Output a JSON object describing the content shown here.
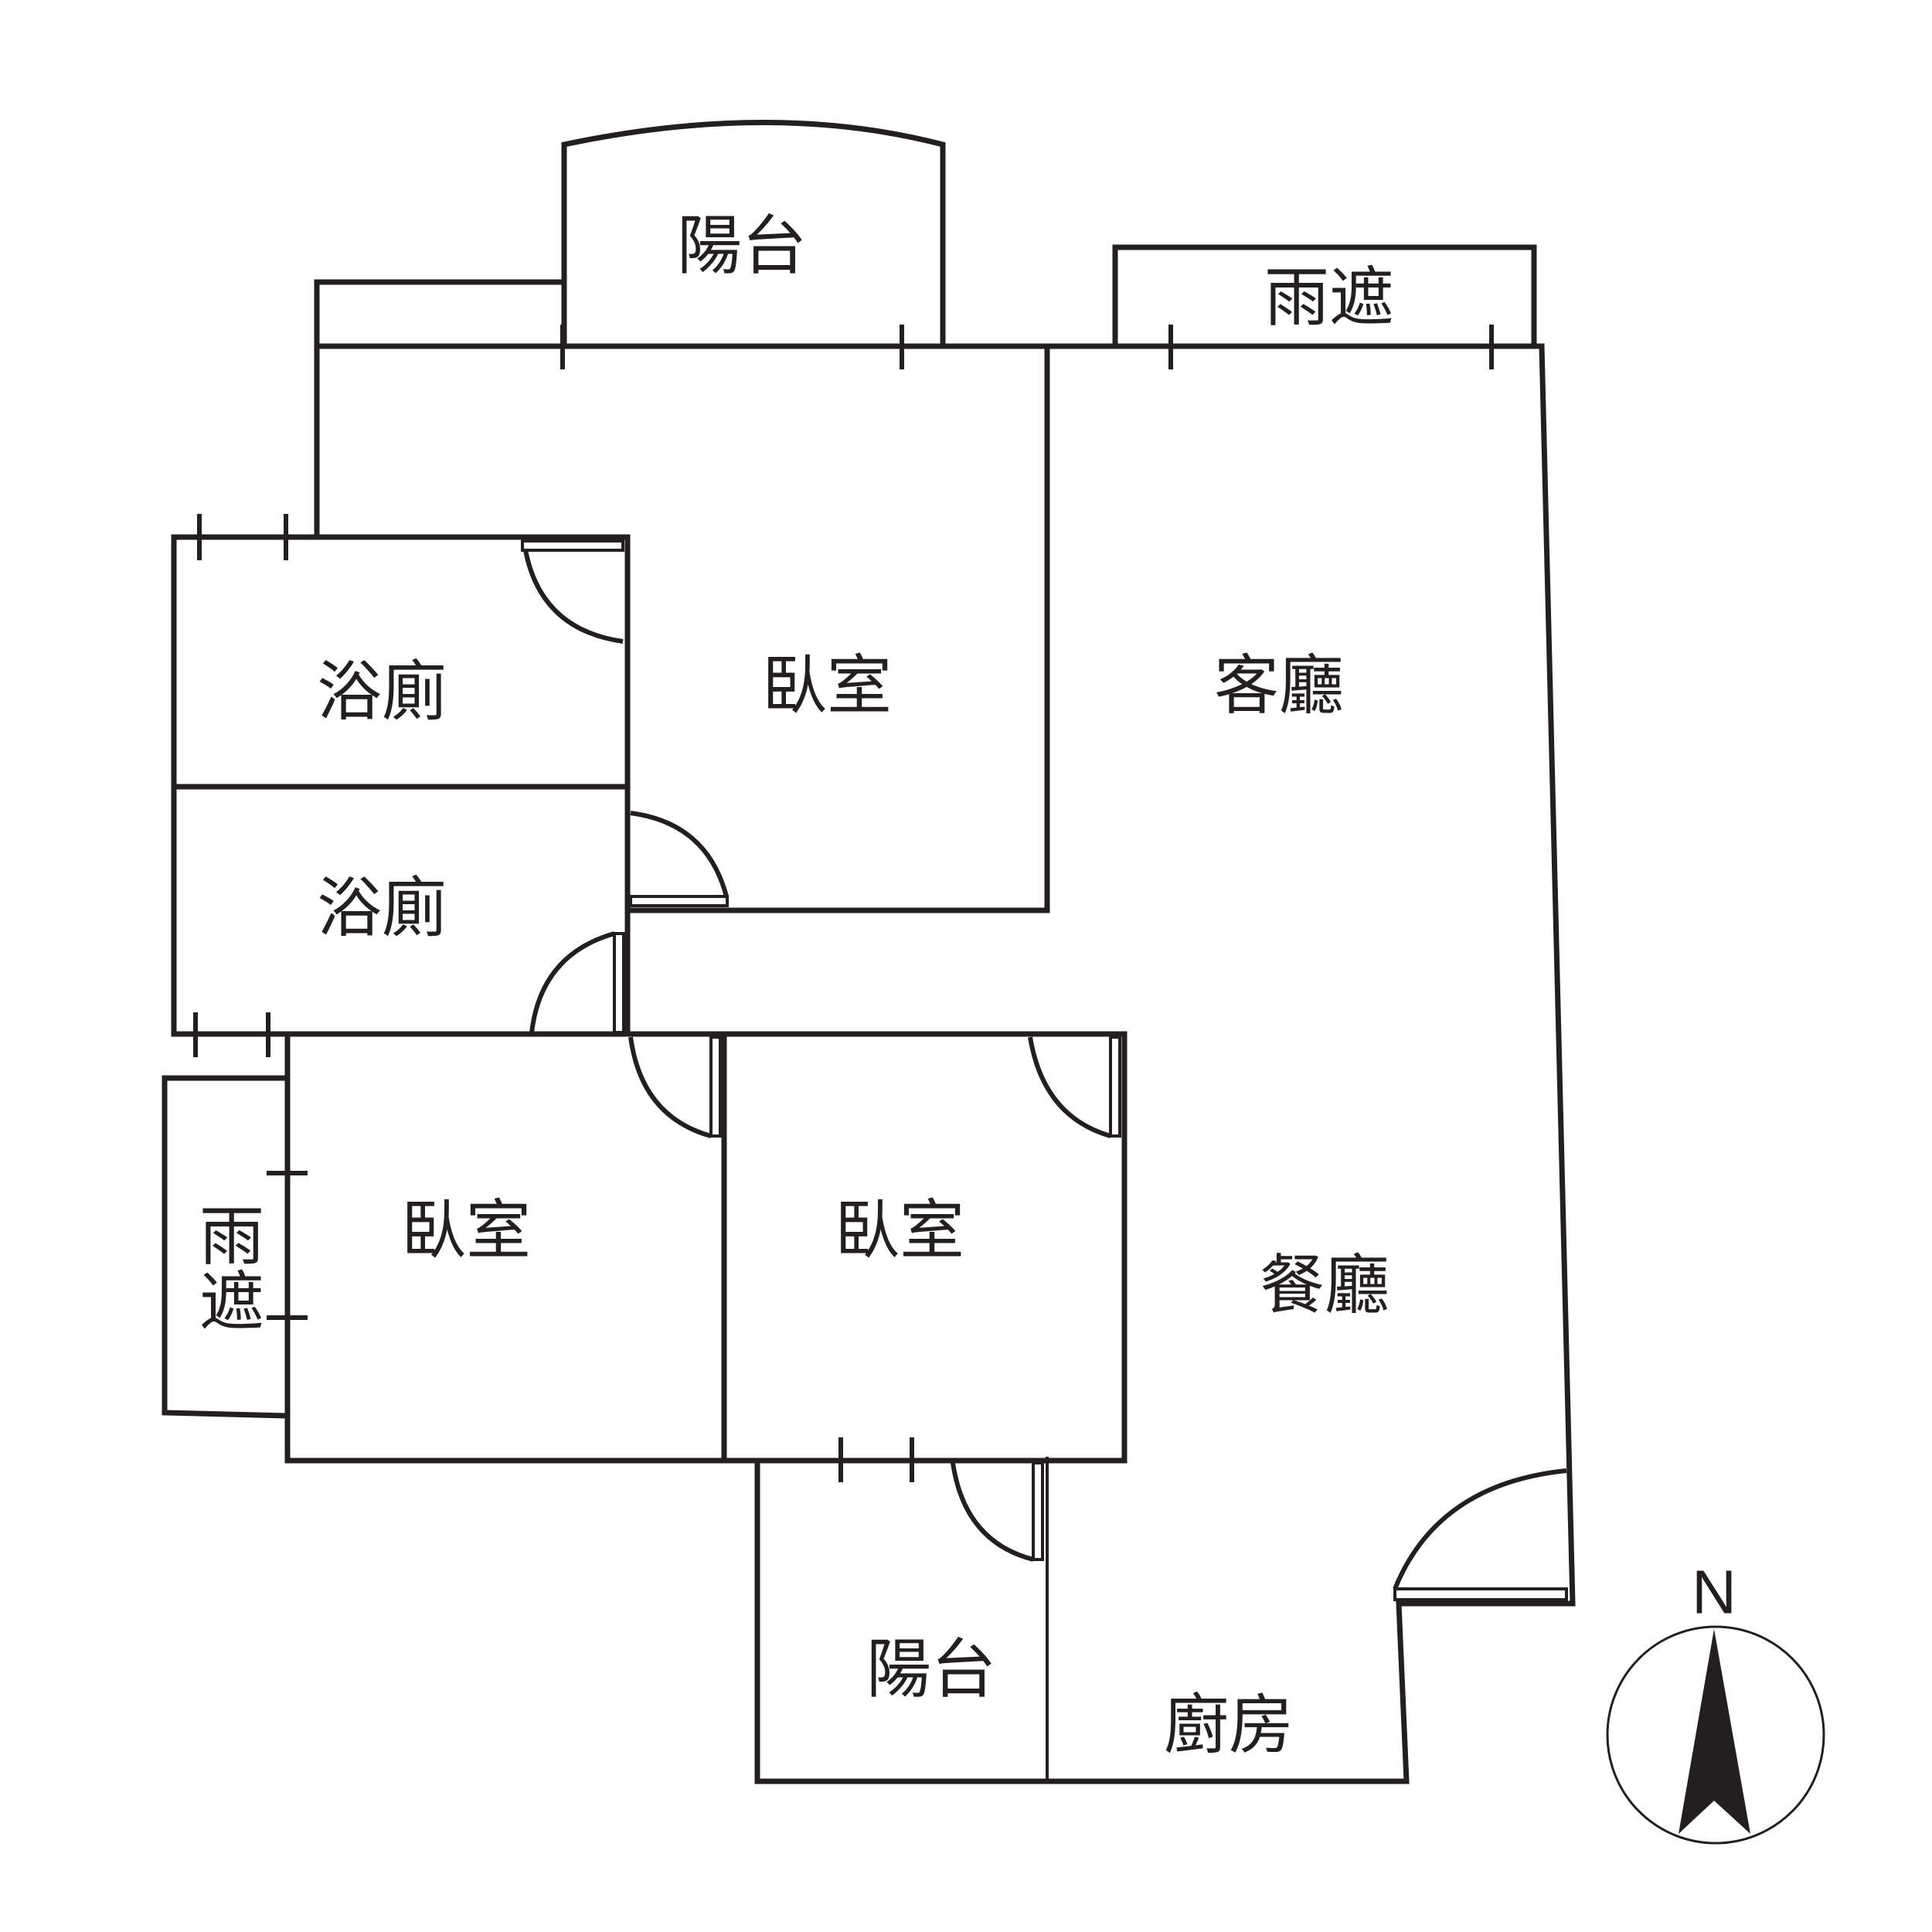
{
  "rooms": {
    "balcony_north": "陽台",
    "canopy_north": "雨遮",
    "bathroom_upper": "浴廁",
    "bedroom_master": "臥室",
    "living_room": "客廳",
    "bathroom_lower": "浴廁",
    "canopy_west_line1": "雨",
    "canopy_west_line2": "遮",
    "bedroom_southwest": "臥室",
    "bedroom_south": "臥室",
    "dining_room": "餐廳",
    "balcony_south": "陽台",
    "kitchen": "廚房"
  },
  "compass": {
    "north_label": "N"
  },
  "colors": {
    "line": "#231f20",
    "background": "#ffffff"
  }
}
